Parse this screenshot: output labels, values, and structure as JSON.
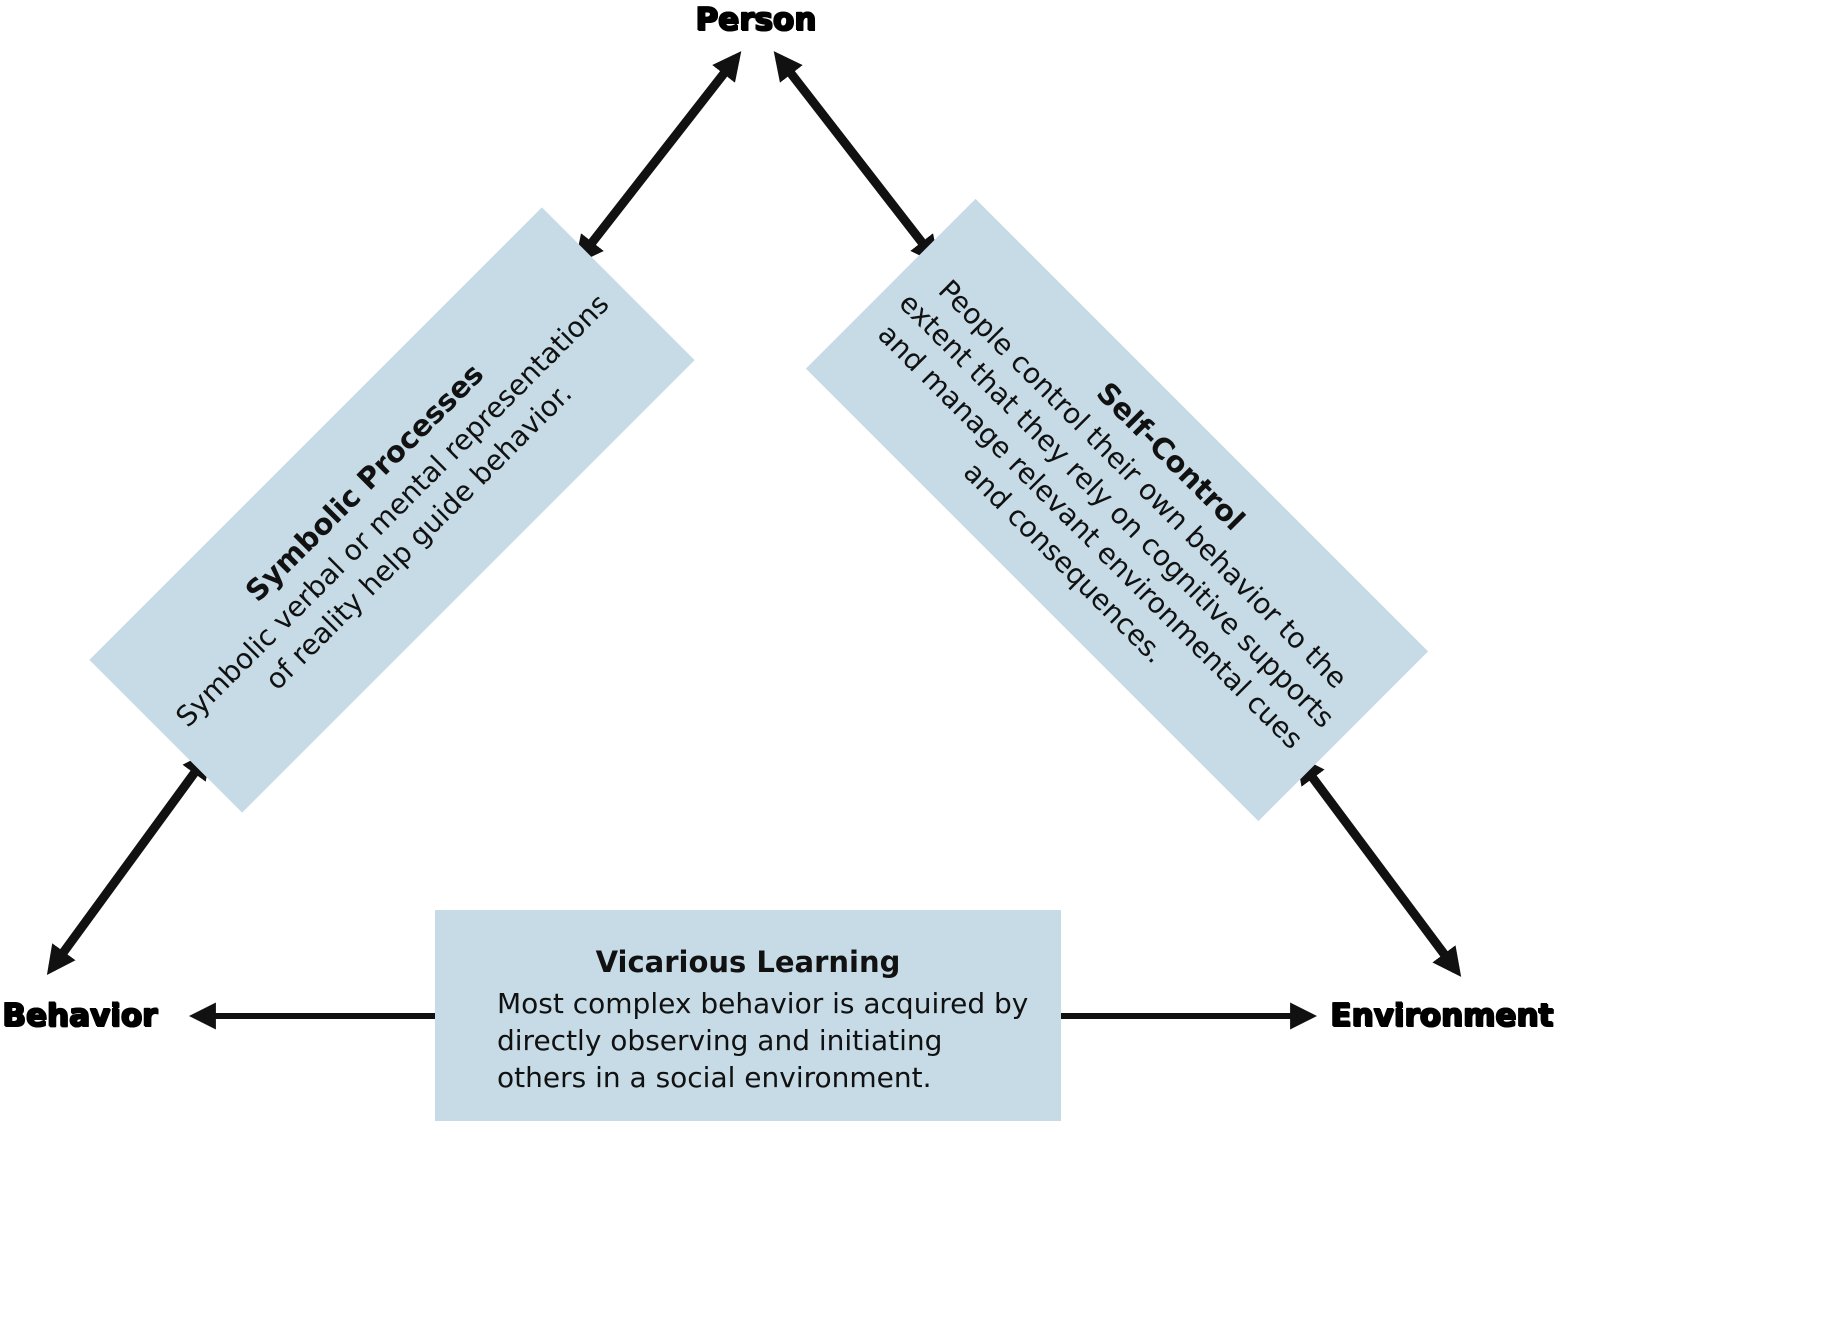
{
  "nodes": {
    "person": "Person",
    "behavior": "Behavior",
    "environment": "Environment"
  },
  "boxes": {
    "symbolic": {
      "title": "Symbolic Processes",
      "body": "Symbolic verbal or mental representations\nof reality help guide behavior."
    },
    "self_control": {
      "title": "Self-Control",
      "body": "People control their own behavior to the\nextent that they rely on cognitive supports\nand manage relevant environmental cues\nand consequences."
    },
    "vicarious": {
      "title": "Vicarious Learning",
      "body": "Most complex behavior is acquired by\ndirectly observing and initiating\nothers in a social environment."
    }
  },
  "colors": {
    "box_background": "#c6dbe6",
    "arrow": "#111111",
    "text": "#111111",
    "vertex_text": "#000000"
  }
}
